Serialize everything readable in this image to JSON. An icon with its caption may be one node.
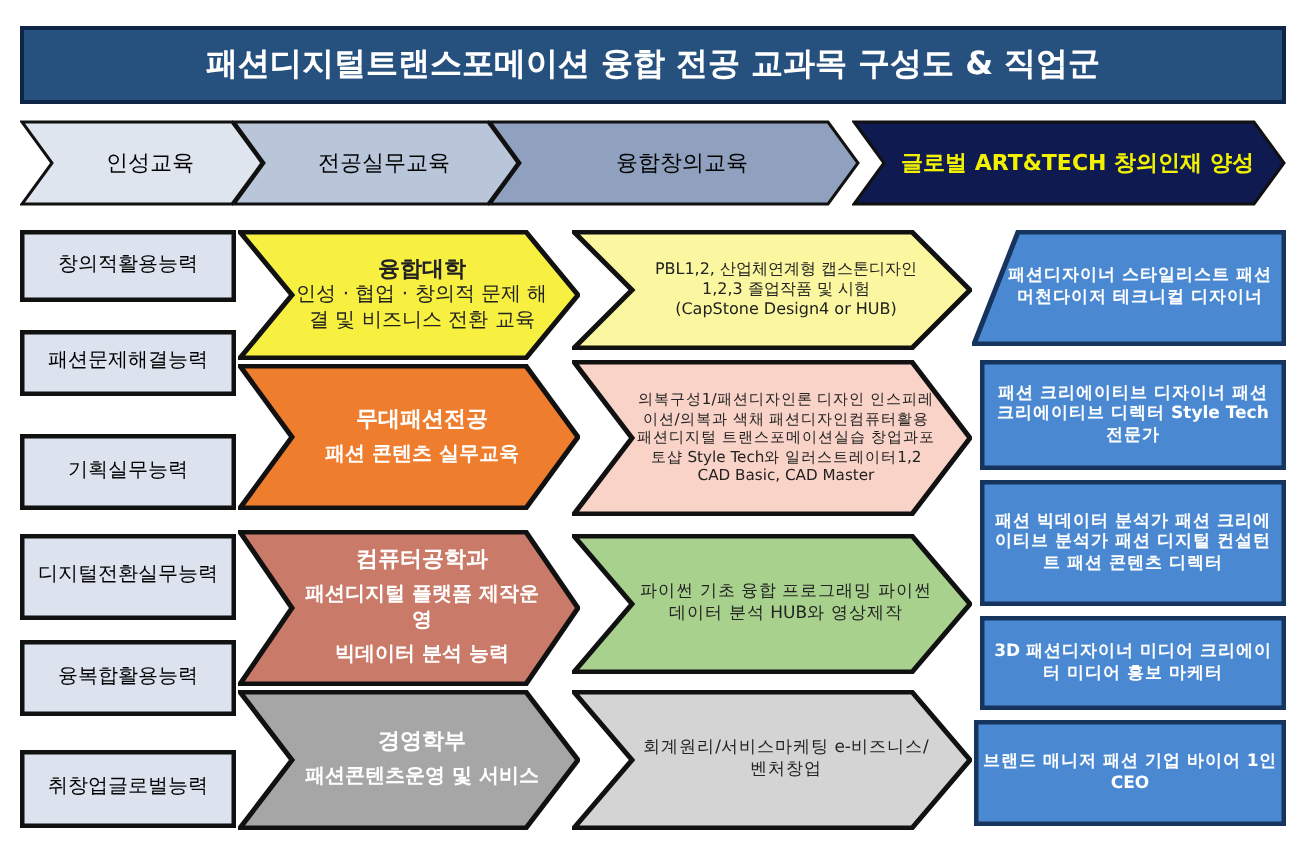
{
  "diagram": {
    "title": "패션디지털트랜스포메이션 융합 전공 교과목 구성도 & 직업군",
    "nodes": [
      {
        "text": [
          "인성교육"
        ]
      },
      {
        "text": [
          "전공실무교육"
        ]
      },
      {
        "text": [
          "융합창의교육"
        ]
      },
      {
        "text": [
          "글로벌 ART&TECH 창의인재 양성"
        ]
      },
      {
        "text": [
          "창의적활용능력"
        ]
      },
      {
        "text": [
          "패션문제해결능력"
        ]
      },
      {
        "text": [
          "기획실무능력"
        ]
      },
      {
        "text": [
          "디지털전환실무능력"
        ]
      },
      {
        "text": [
          "융복합활용능력"
        ]
      },
      {
        "text": [
          "취창업글로벌능력"
        ]
      },
      {
        "text": [
          "융합대학",
          "인성 · 협업 · 창의적 문제 해결 및 비즈니스 전환 교육"
        ]
      },
      {
        "text": [
          "무대패션전공",
          "패션 콘텐츠 실무교육"
        ]
      },
      {
        "text": [
          "컴퓨터공학과",
          "패션디지털 플랫폼 제작운영",
          "빅데이터 분석 능력"
        ]
      },
      {
        "text": [
          "경영학부",
          "패션콘텐츠운영 및 서비스"
        ]
      },
      {
        "text": [
          "PBL1,2, 산업체연계형 캡스톤디자인1,2,3 졸업작품 및 시험",
          "(CapStone Design4 or HUB)"
        ]
      },
      {
        "text": [
          "의복구성1/패션디자인론 디자인 인스피레이션/의복과 색채 패션디자인컴퓨터활용 패션디지털 트랜스포메이션실습 창업과포토샵 Style Tech와 일러스트레이터1,2 CAD Basic, CAD Master"
        ]
      },
      {
        "text": [
          "파이썬 기초 융합 프로그래밍 파이썬 데이터 분석 HUB와 영상제작"
        ]
      },
      {
        "text": [
          "회계원리/서비스마케팅 e-비즈니스/벤처창업"
        ]
      },
      {
        "text": [
          "패션디자이너 스타일리스트 패션머천다이저 테크니컬 디자이너"
        ]
      },
      {
        "text": [
          "패션 크리에이티브 디자이너 패션 크리에이티브 디렉터 Style Tech 전문가"
        ]
      },
      {
        "text": [
          "패션 빅데이터 분석가 패션 크리에이티브 분석가 패션 디지털 컨설턴트 패션 콘텐츠 디렉터"
        ]
      },
      {
        "text": [
          "3D 패션디자이너 미디어 크리에이터 미디어 홍보 마케터"
        ]
      },
      {
        "text": [
          "브랜드 매니저 패션 기업 바이어 1인 CEO"
        ]
      }
    ]
  }
}
